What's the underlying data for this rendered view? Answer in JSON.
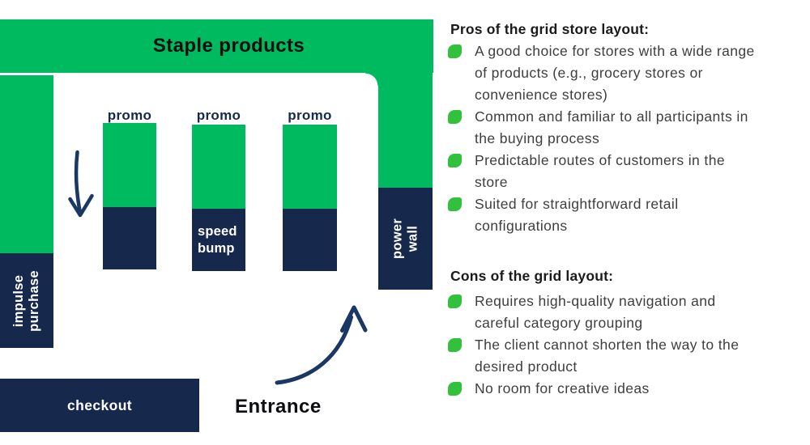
{
  "colors": {
    "green": "#00BA60",
    "navy": "#16294C",
    "arrow": "#1A3863",
    "leaf": "#32C13C",
    "title": "#0D0E10",
    "heading": "#1B1B1B",
    "body": "#3E3E3E"
  },
  "diagram": {
    "staple_label": "Staple products",
    "promo_labels": [
      "promo",
      "promo",
      "promo"
    ],
    "speed_bump_label": "speed bump",
    "power_wall_label": "power wall",
    "impulse_purchase_label": "impulse purchase",
    "checkout_label": "checkout",
    "entrance_label": "Entrance"
  },
  "pros": {
    "heading": "Pros of the grid store layout:",
    "items": [
      "A good choice for stores with a wide range\nof products (e.g., grocery stores or\nconvenience stores)",
      "Common and familiar to all participants in\nthe buying process",
      "Predictable routes of customers in the\nstore",
      "Suited for straightforward retail\nconfigurations"
    ]
  },
  "cons": {
    "heading": "Cons of the grid layout:",
    "items": [
      "Requires high-quality navigation and\ncareful category grouping",
      "The client cannot shorten the way to the\ndesired product",
      "No room for creative ideas"
    ]
  }
}
